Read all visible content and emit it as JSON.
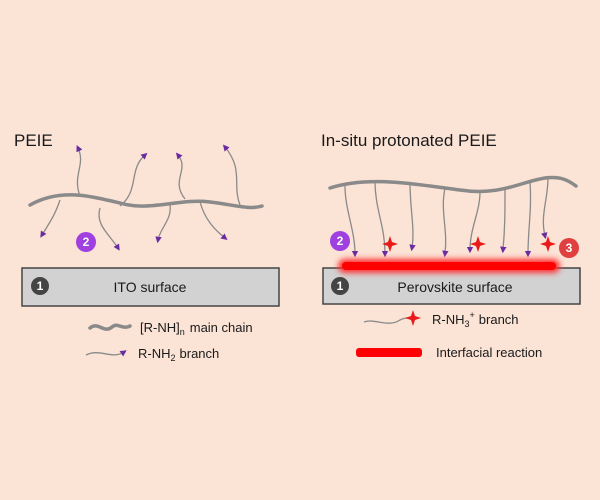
{
  "left": {
    "title": "PEIE",
    "surface_label": "ITO surface",
    "badges": [
      "1",
      "2"
    ]
  },
  "right": {
    "title": "In-situ protonated PEIE",
    "surface_label": "Perovskite surface",
    "badges": [
      "1",
      "2",
      "3"
    ]
  },
  "legend": {
    "main_chain": "[R-NH]",
    "main_chain_sub": "n",
    "main_chain_suffix": "main chain",
    "nh2_prefix": "R-NH",
    "nh2_sub": "2",
    "nh2_suffix": "branch",
    "nh3_prefix": "R-NH",
    "nh3_sub": "3",
    "nh3_sup": "+",
    "nh3_suffix": "branch",
    "interfacial": "Interfacial reaction"
  },
  "colors": {
    "background": "#fbe3d6",
    "chain": "#8a8a8a",
    "arrow": "#6a2ca0",
    "badge_dark": "#444444",
    "badge_purple": "#a040e0",
    "badge_red": "#e04040",
    "star": "#e81a1a",
    "reaction": "#ff0000",
    "surface": "#d2d2d2"
  },
  "icons": [
    "nh2-arrow-icon",
    "nh3-star-icon",
    "main-chain-icon",
    "reaction-bar-icon"
  ]
}
